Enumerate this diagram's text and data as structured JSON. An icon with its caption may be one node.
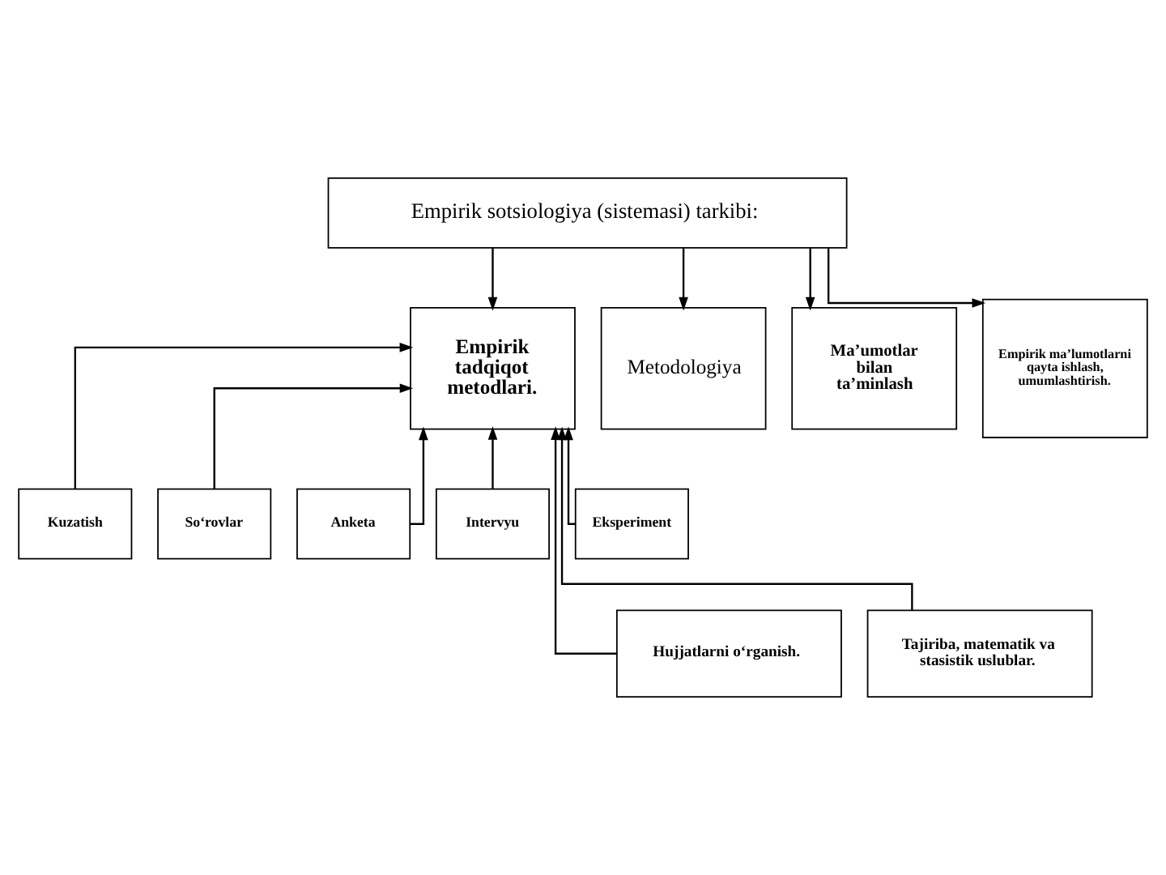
{
  "diagram": {
    "nodes": [
      {
        "text": [
          "Empirik sotsiologiya (sistemasi) tarkibi:"
        ]
      },
      {
        "text": [
          "Empirik tadqiqot metodlari."
        ]
      },
      {
        "text": [
          "Metodologiya"
        ]
      },
      {
        "text": [
          "Ma’umotlar bilan ta’minlash"
        ]
      },
      {
        "text": [
          "Empirik ma’lumotlarni qayta ishlash, umumlashtirish."
        ]
      },
      {
        "text": [
          "Kuzatish"
        ]
      },
      {
        "text": [
          "So‘rovlar"
        ]
      },
      {
        "text": [
          "Anketa"
        ]
      },
      {
        "text": [
          "Intervyu"
        ]
      },
      {
        "text": [
          "Eksperiment"
        ]
      },
      {
        "text": [
          "Hujjatlarni o‘rganish."
        ]
      },
      {
        "text": [
          "Tajiriba, matematik va stasistik uslublar."
        ]
      }
    ],
    "edges": [
      {
        "from": 0,
        "to": 1,
        "arrow": "to"
      },
      {
        "from": 0,
        "to": 2,
        "arrow": "to"
      },
      {
        "from": 0,
        "to": 3,
        "arrow": "to"
      },
      {
        "from": 0,
        "to": 4,
        "arrow": "to"
      },
      {
        "from": 5,
        "to": 1,
        "arrow": "to"
      },
      {
        "from": 6,
        "to": 1,
        "arrow": "to"
      },
      {
        "from": 10,
        "to": 1,
        "arrow": "to"
      },
      {
        "from": 7,
        "to": 1,
        "arrow": "to"
      },
      {
        "from": 8,
        "to": 1,
        "arrow": "to"
      },
      {
        "from": 11,
        "to": 1,
        "arrow": "to"
      },
      {
        "from": 9,
        "to": 1,
        "arrow": "to"
      }
    ]
  }
}
